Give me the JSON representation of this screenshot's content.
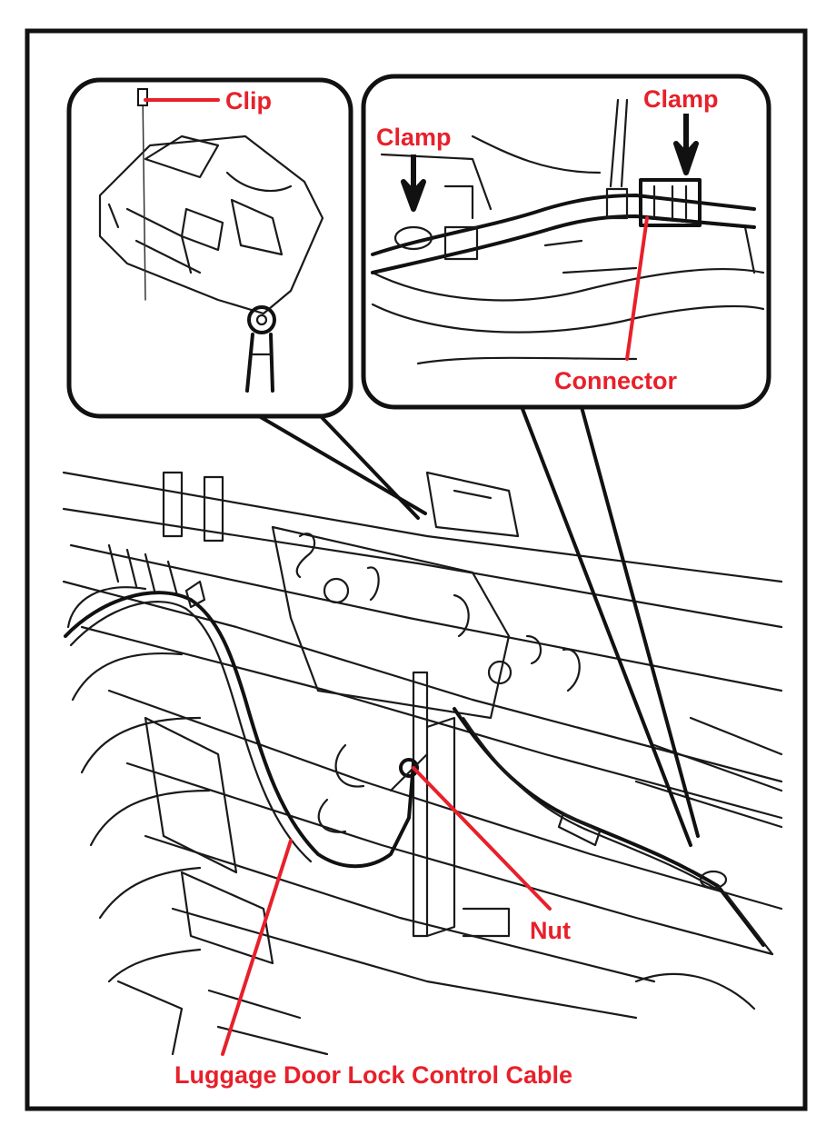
{
  "labels": {
    "clip": "Clip",
    "clamp_left": "Clamp",
    "clamp_right": "Clamp",
    "connector": "Connector",
    "nut": "Nut",
    "cable": "Luggage Door Lock Control Cable"
  },
  "colors": {
    "label": "#e8202a",
    "line": "#1a1a1a",
    "background": "#ffffff"
  }
}
